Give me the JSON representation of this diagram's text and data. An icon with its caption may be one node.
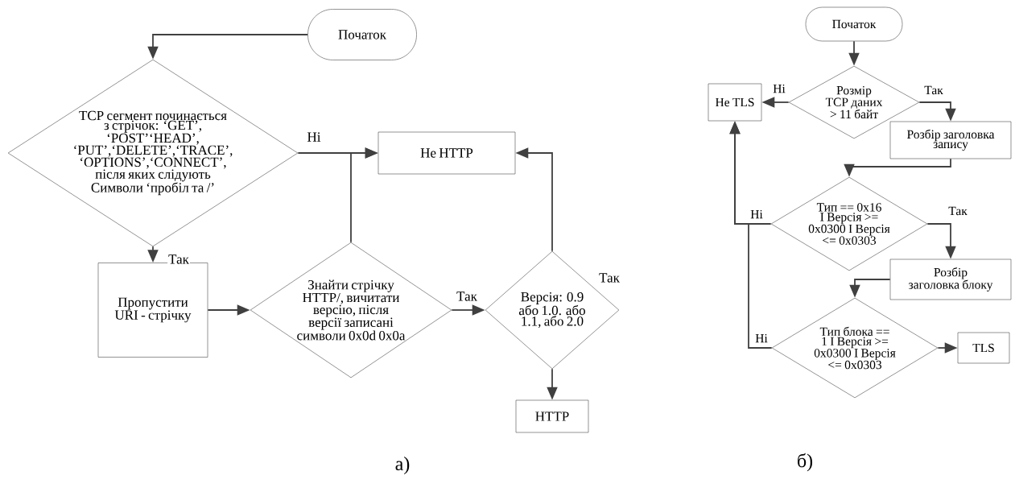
{
  "diagram": {
    "nodes": [
      {
        "text": [
          "Початок"
        ]
      },
      {
        "text": [
          "TCP сегмент починається з стрічок: ‘GET’, ‘POST’‘HEAD’, ‘PUT’,‘DELETE’,‘TRACE’, ‘OPTIONS’,‘CONNECT’, після яких слідують Символи ‘пробіл та /’"
        ]
      },
      {
        "text": [
          "Не HTTP"
        ]
      },
      {
        "text": [
          "Пропустити URI - стрічку"
        ]
      },
      {
        "text": [
          "Знайти стрічку HTTP/, вичитати версію, після версії записані символи 0x0d 0x0a"
        ]
      },
      {
        "text": [
          "Версія: 0.9 або 1.0. або 1.1, або 2.0"
        ]
      },
      {
        "text": [
          "HTTP"
        ]
      },
      {
        "text": [
          "Початок"
        ]
      },
      {
        "text": [
          "Розмір TCP даних > 11 байт"
        ]
      },
      {
        "text": [
          "Не TLS"
        ]
      },
      {
        "text": [
          "Розбір заголовка запису"
        ]
      },
      {
        "text": [
          "Тип == 0x16 I Версія >= 0x0300 I Версія <= 0x0303"
        ]
      },
      {
        "text": [
          "Розбір заголовка блоку"
        ]
      },
      {
        "text": [
          "Тип блока == 1 I Версія >= 0x0300 I Версія <= 0x0303"
        ]
      },
      {
        "text": [
          "TLS"
        ]
      }
    ],
    "edges": [
      {
        "from": 0,
        "to": 1,
        "arrow": "to"
      },
      {
        "from": 1,
        "to": 2,
        "arrow": "to",
        "label": "Ні"
      },
      {
        "from": 1,
        "to": 3,
        "arrow": "to",
        "label": "Так"
      },
      {
        "from": 3,
        "to": 4,
        "arrow": "to"
      },
      {
        "from": 4,
        "to": 2,
        "arrow": "to"
      },
      {
        "from": 4,
        "to": 5,
        "arrow": "to",
        "label": "Так"
      },
      {
        "from": 5,
        "to": 2,
        "arrow": "to"
      },
      {
        "from": 5,
        "to": 6,
        "arrow": "to"
      },
      {
        "from": 7,
        "to": 8,
        "arrow": "to"
      },
      {
        "from": 8,
        "to": 9,
        "arrow": "to",
        "label": "Ні"
      },
      {
        "from": 8,
        "to": 10,
        "arrow": "to",
        "label": "Так"
      },
      {
        "from": 10,
        "to": 11,
        "arrow": "to"
      },
      {
        "from": 11,
        "to": 9,
        "arrow": "to",
        "label": "Ні"
      },
      {
        "from": 11,
        "to": 12,
        "arrow": "to",
        "label": "Так"
      },
      {
        "from": 12,
        "to": 13,
        "arrow": "to"
      },
      {
        "from": 13,
        "to": 9,
        "arrow": "to",
        "label": "Ні"
      },
      {
        "from": 13,
        "to": 14,
        "arrow": "to"
      }
    ],
    "labels": [
      "Так",
      "а)",
      "б)"
    ]
  }
}
